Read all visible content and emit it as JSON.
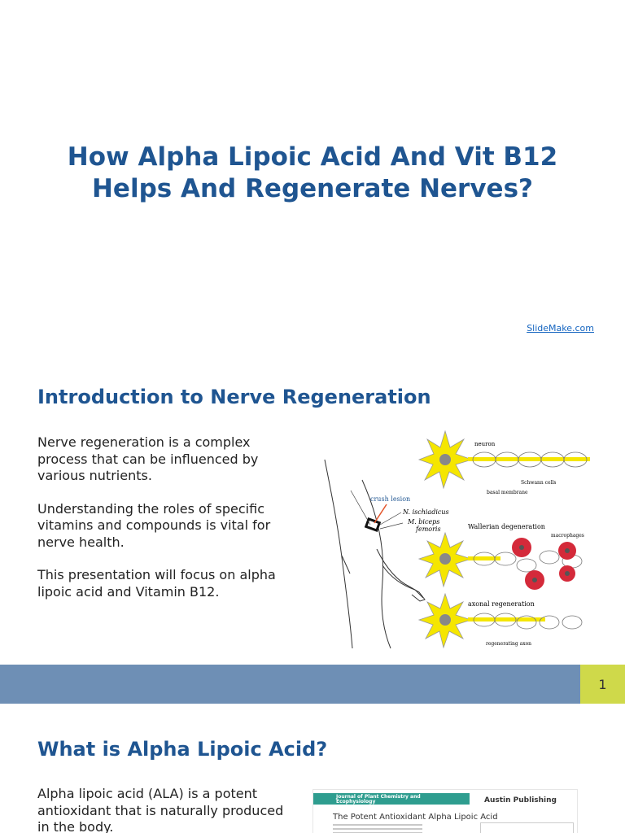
{
  "slide0": {
    "title_line1": "How Alpha Lipoic Acid And Vit B12",
    "title_line2": "Helps And Regenerate Nerves?",
    "credit": "SlideMake.com"
  },
  "slide1": {
    "heading": "Introduction to Nerve Regeneration",
    "paragraphs": [
      "Nerve regeneration is a complex process that can be influenced by various nutrients.",
      "Understanding the roles of specific vitamins and compounds is vital for nerve health.",
      "This presentation will focus on alpha lipoic acid and Vitamin B12."
    ],
    "diagram": {
      "labels": {
        "neuron": "neuron",
        "schwann": "Schwann cells",
        "basal": "basal membrane",
        "crush": "crush lesion",
        "ischiadicus": "N. ischiadicus",
        "biceps1": "M. biceps",
        "biceps2": "femoris",
        "wallerian": "Wallerian degeneration",
        "macrophages": "macrophages",
        "axonal": "axonal regeneration",
        "regenerating": "regenerating axon"
      }
    },
    "page_number": "1"
  },
  "slide2": {
    "heading": "What is Alpha Lipoic Acid?",
    "paragraph_line1": "Alpha lipoic acid (ALA) is a potent",
    "paragraph_line2": "antioxidant that is naturally produced",
    "paragraph_line3": "in the body.",
    "paper": {
      "journal_line1": "Journal of Plant Chemistry and",
      "journal_line2": "Ecophysiology",
      "publisher": "Austin Publishing",
      "title": "The Potent Antioxidant Alpha Lipoic Acid"
    }
  },
  "colors": {
    "heading": "#1f5591",
    "footer_bar": "#6e8fb5",
    "page_box": "#cfd94a",
    "neuron": "#f5e600",
    "macrophage": "#d42a3a"
  }
}
